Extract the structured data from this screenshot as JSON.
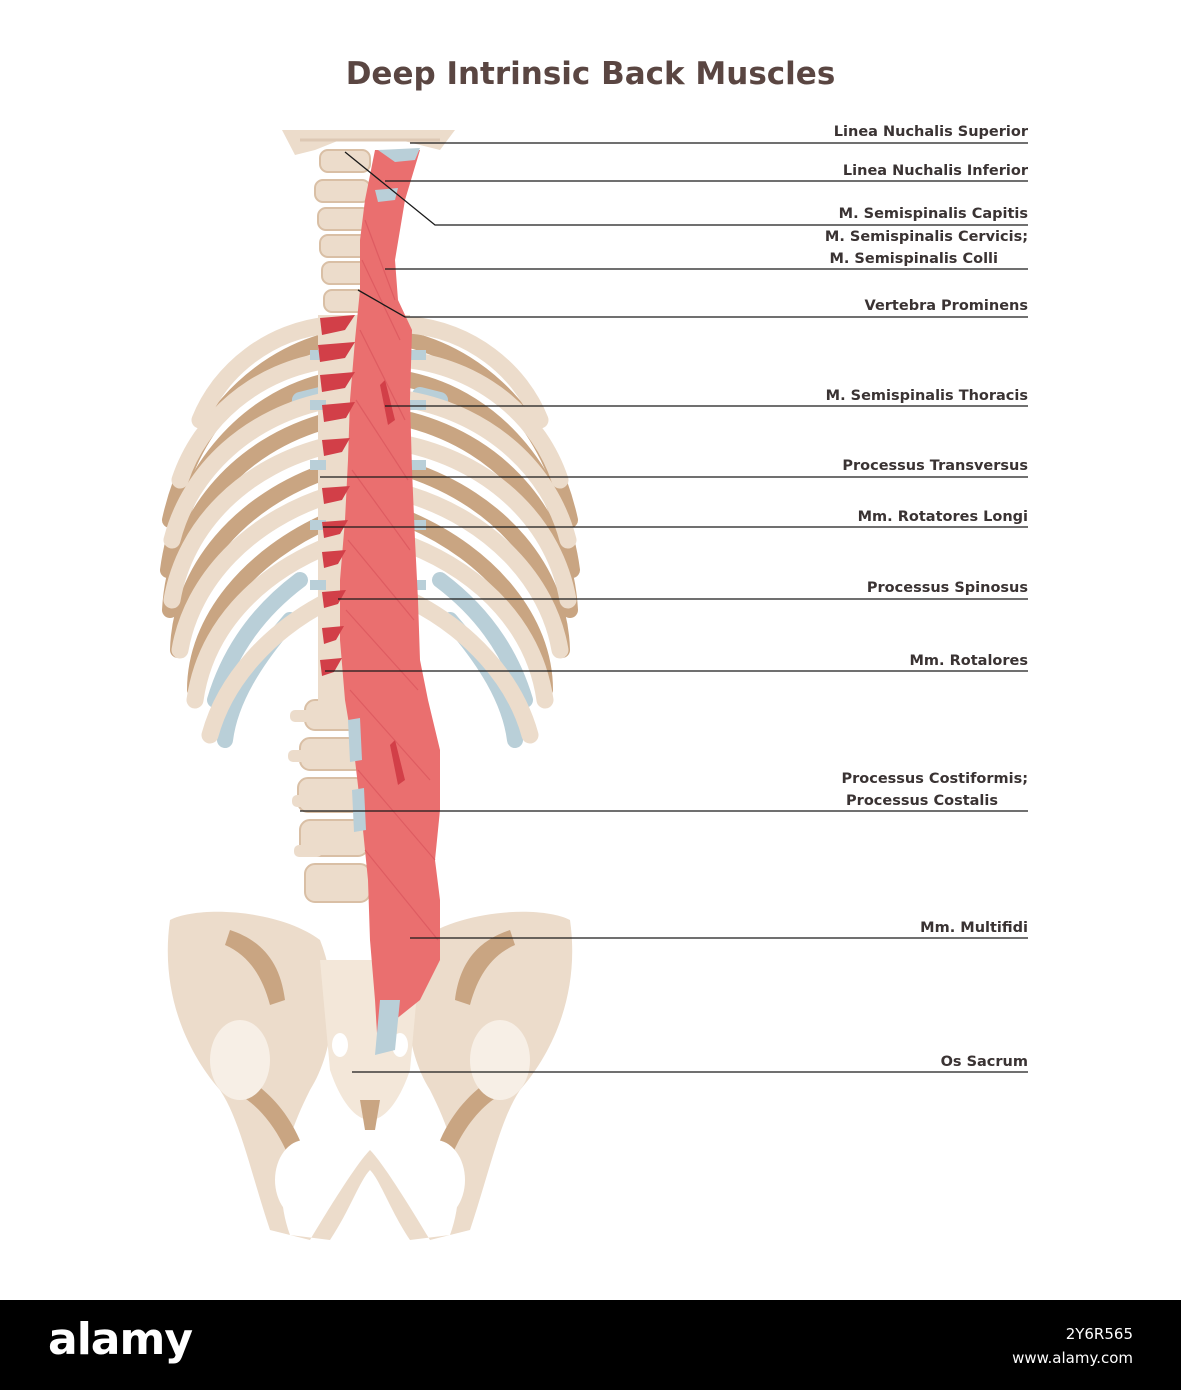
{
  "title": "Deep Intrinsic Back Muscles",
  "colors": {
    "bone": "#ecdccb",
    "bone_shadow": "#c9a582",
    "muscle": "#ea6f6f",
    "muscle_dark": "#d23f48",
    "cartilage": "#b9cfd8",
    "title": "#5a4642",
    "leader_line": "#1a1a1a"
  },
  "labels": [
    {
      "id": "linea-nuchalis-superior",
      "lines": [
        "Linea Nuchalis Superior"
      ]
    },
    {
      "id": "linea-nuchalis-inferior",
      "lines": [
        "Linea Nuchalis Inferior"
      ]
    },
    {
      "id": "semispinalis-capitis",
      "lines": [
        "M. Semispinalis Capitis"
      ]
    },
    {
      "id": "semispinalis-cervicis",
      "lines": [
        "M. Semispinalis Cervicis;",
        "M. Semispinalis Colli"
      ]
    },
    {
      "id": "vertebra-prominens",
      "lines": [
        "Vertebra Prominens"
      ]
    },
    {
      "id": "semispinalis-thoracis",
      "lines": [
        "M. Semispinalis Thoracis"
      ]
    },
    {
      "id": "processus-transversus",
      "lines": [
        "Processus Transversus"
      ]
    },
    {
      "id": "rotatores-longi",
      "lines": [
        "Mm. Rotatores Longi"
      ]
    },
    {
      "id": "processus-spinosus",
      "lines": [
        "Processus Spinosus"
      ]
    },
    {
      "id": "rotatores",
      "lines": [
        "Mm. Rotalores"
      ]
    },
    {
      "id": "processus-costiformis",
      "lines": [
        "Processus Costiformis;",
        "Processus Costalis"
      ]
    },
    {
      "id": "multifidi",
      "lines": [
        "Mm. Multifidi"
      ]
    },
    {
      "id": "os-sacrum",
      "lines": [
        "Os Sacrum"
      ]
    }
  ],
  "footer": {
    "brand": "alamy",
    "image_id": "2Y6R565",
    "site": "www.alamy.com"
  }
}
